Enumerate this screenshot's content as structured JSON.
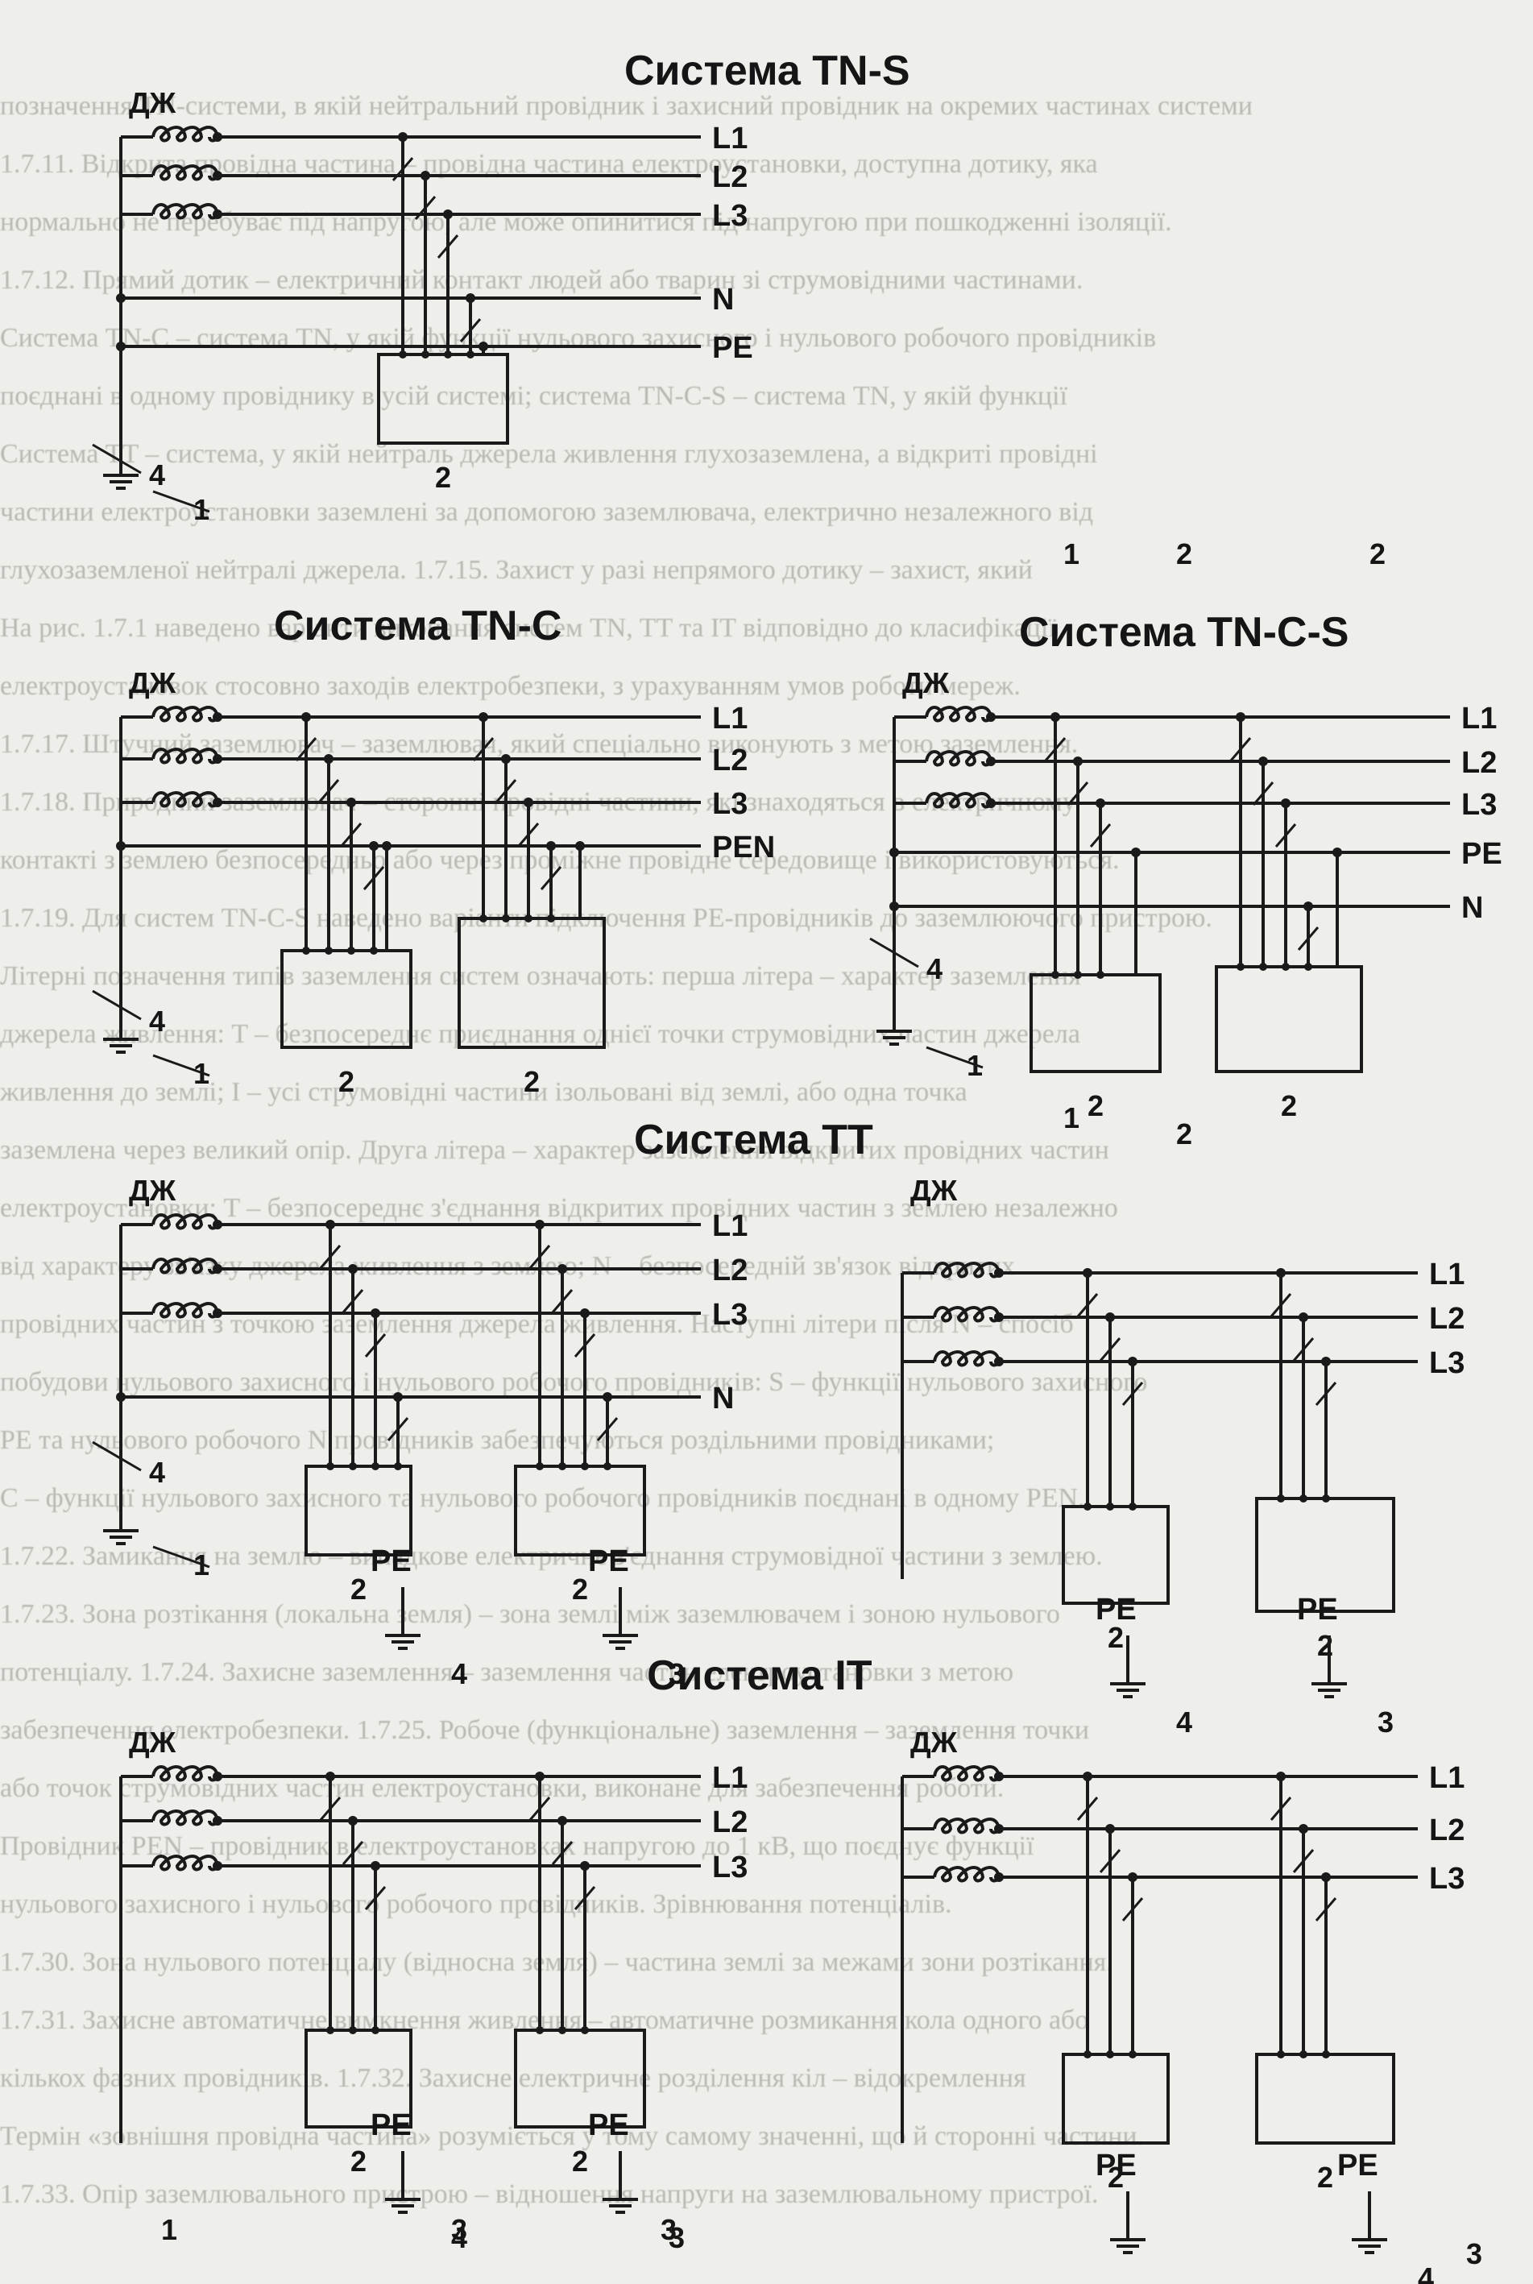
{
  "page_text": {
    "lines": [
      "позначення TN-системи, в якій нейтральний провідник і захисний провідник на окремих частинах системи",
      "1.7.11. Відкрита провідна частина – провідна частина електроустановки, доступна дотику, яка",
      "нормально не перебуває під напругою, але може опинитися під напругою при пошкодженні ізоляції.",
      "1.7.12. Прямий дотик – електричний контакт людей або тварин зі струмовідними частинами.",
      "Система TN-C – система TN, у якій функції нульового захисного і нульового робочого провідників",
      "поєднані в одному провіднику в усій системі; система TN-C-S – система TN, у якій функції",
      "Система TT – система, у якій нейтраль джерела живлення глухозаземлена, а відкриті провідні",
      "частини електроустановки заземлені за допомогою заземлювача, електрично незалежного від",
      "глухозаземленої нейтралі джерела. 1.7.15. Захист у разі непрямого дотику – захист, який",
      "На рис. 1.7.1 наведено варіанти виконання систем TN, TT та IT відповідно до класифікації",
      "електроустановок стосовно заходів електробезпеки, з урахуванням умов роботи мереж.",
      "1.7.17. Штучний заземлювач – заземлювач, який спеціально виконують з метою заземлення.",
      "1.7.18. Природний заземлювач – сторонні провідні частини, які знаходяться в електричному",
      "контакті з землею безпосередньо або через проміжне провідне середовище і використовуються.",
      "1.7.19. Для систем TN-C-S наведено варіанти підключення PE-провідників до заземлюючого пристрою.",
      "Літерні позначення типів заземлення систем означають: перша літера – характер заземлення",
      "джерела живлення: T – безпосереднє приєднання однієї точки струмовідних частин джерела",
      "живлення до землі; I – усі струмовідні частини ізольовані від землі, або одна точка",
      "заземлена через великий опір. Друга літера – характер заземлення відкритих провідних частин",
      "електроустановки: T – безпосереднє з'єднання відкритих провідних частин з землею незалежно",
      "від характеру зв'язку джерела живлення з землею; N – безпосередній зв'язок відкритих",
      "провідних частин з точкою заземлення джерела живлення. Наступні літери після N – спосіб",
      "побудови нульового захисного і нульового робочого провідників: S – функції нульового захисного",
      "PE та нульового робочого N провідників забезпечуються роздільними провідниками;",
      "C – функції нульового захисного та нульового робочого провідників поєднані в одному PEN.",
      "1.7.22. Замикання на землю – випадкове електричне з'єднання струмовідної частини з землею.",
      "1.7.23. Зона розтікання (локальна земля) – зона землі між заземлювачем і зоною нульового",
      "потенціалу. 1.7.24. Захисне заземлення – заземлення частин електроустановки з метою",
      "забезпечення електробезпеки. 1.7.25. Робоче (функціональне) заземлення – заземлення точки",
      "або точок струмовідних частин електроустановки, виконане для забезпечення роботи.",
      "Провідник PEN – провідник в електроустановках напругою до 1 кВ, що поєднує функції",
      "нульового захисного і нульового робочого провідників. Зрівнювання потенціалів.",
      "1.7.30. Зона нульового потенціалу (відносна земля) – частина землі за межами зони розтікання.",
      "1.7.31. Захисне автоматичне вимкнення живлення – автоматичне розмикання кола одного або",
      "кількох фазних провідників. 1.7.32. Захисне електричне розділення кіл – відокремлення",
      "Термін «зовнішня провідна частина» розуміється у тому самому значенні, що й сторонні частини.",
      "1.7.33. Опір заземлювального пристрою – відношення напруги на заземлювальному пристрої."
    ]
  },
  "labels": {
    "source": "ДЖ",
    "l1": "L1",
    "l2": "L2",
    "l3": "L3",
    "n": "N",
    "pe": "PE",
    "pen": "PEN",
    "m1": "1",
    "m2": "2",
    "m3": "3",
    "m4": "4"
  },
  "diagrams": [
    {
      "id": "tn-s",
      "title": "Система TN-S"
    },
    {
      "id": "tn-c",
      "title": "Система TN-C"
    },
    {
      "id": "tn-c-s",
      "title": "Система TN-C-S"
    },
    {
      "id": "tt",
      "title": "Система TT"
    },
    {
      "id": "it",
      "title": "Система IT"
    }
  ]
}
